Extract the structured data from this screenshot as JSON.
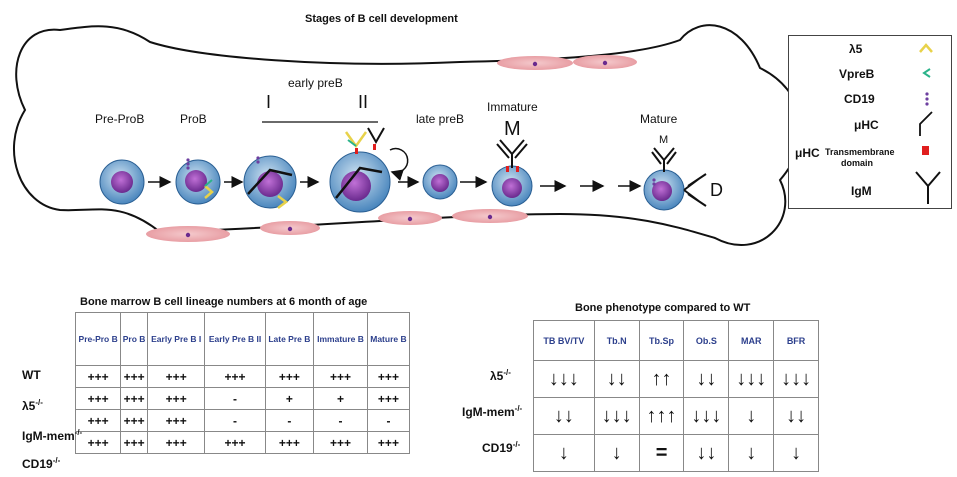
{
  "diagram": {
    "title": "Stages of B cell development",
    "stages": [
      "Pre-ProB",
      "ProB",
      "early preB",
      "late preB",
      "Immature",
      "Mature"
    ],
    "early_sub": [
      "I",
      "II"
    ],
    "antibody_labels": [
      "M",
      "M",
      "D"
    ]
  },
  "legend": {
    "items": [
      {
        "label": "λ5",
        "icon": "lambda5-icon",
        "color": "#e8d24a"
      },
      {
        "label": "VpreB",
        "icon": "vpreb-icon",
        "color": "#2bb38a"
      },
      {
        "label": "CD19",
        "icon": "cd19-icon",
        "color": "#6d3fa0"
      },
      {
        "label": "μHC",
        "icon": "uhc-icon",
        "color": "#111111"
      },
      {
        "label": "μHC",
        "sub": "Transmembrane",
        "sub2": "domain",
        "icon": "transmembrane-icon",
        "color": "#e01e1e"
      },
      {
        "label": "IgM",
        "icon": "igm-icon",
        "color": "#111111"
      }
    ]
  },
  "lineage_table": {
    "title": "Bone marrow B cell lineage numbers at 6 month of age",
    "headers": [
      "Pre-Pro B",
      "Pro B",
      "Early Pre B I",
      "Early Pre B II",
      "Late Pre B",
      "Immature B",
      "Mature B"
    ],
    "rows": [
      {
        "label": "WT",
        "sup": "",
        "cells": [
          "+++",
          "+++",
          "+++",
          "+++",
          "+++",
          "+++",
          "+++"
        ]
      },
      {
        "label": "λ5",
        "sup": "-/-",
        "cells": [
          "+++",
          "+++",
          "+++",
          "-",
          "+",
          "+",
          "+++"
        ]
      },
      {
        "label": "IgM-mem",
        "sup": "-/-",
        "cells": [
          "+++",
          "+++",
          "+++",
          "-",
          "-",
          "-",
          "-"
        ]
      },
      {
        "label": "CD19",
        "sup": "-/-",
        "cells": [
          "+++",
          "+++",
          "+++",
          "+++",
          "+++",
          "+++",
          "+++"
        ]
      }
    ]
  },
  "bone_table": {
    "title": "Bone phenotype compared to WT",
    "headers": [
      "TB BV/TV",
      "Tb.N",
      "Tb.Sp",
      "Ob.S",
      "MAR",
      "BFR"
    ],
    "rows": [
      {
        "label": "λ5",
        "sup": "-/-",
        "cells": [
          "↓↓↓",
          "↓↓",
          "↑↑",
          "↓↓",
          "↓↓↓",
          "↓↓↓"
        ]
      },
      {
        "label": "IgM-mem",
        "sup": "-/-",
        "cells": [
          "↓↓",
          "↓↓↓",
          "↑↑↑",
          "↓↓↓",
          "↓",
          "↓↓"
        ]
      },
      {
        "label": "CD19",
        "sup": "-/-",
        "cells": [
          "↓",
          "↓",
          "=",
          "↓↓",
          "↓",
          "↓"
        ]
      }
    ]
  }
}
